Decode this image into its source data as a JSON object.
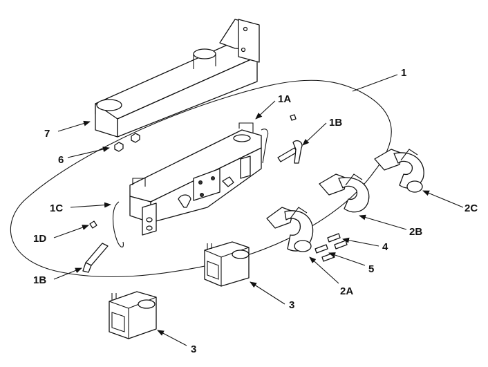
{
  "labels": {
    "l1": "1",
    "l1a": "1A",
    "l1b_top": "1B",
    "l1b_bottom": "1B",
    "l1c": "1C",
    "l1d": "1D",
    "l2a": "2A",
    "l2b": "2B",
    "l2c": "2C",
    "l3_upper": "3",
    "l3_lower": "3",
    "l4": "4",
    "l5": "5",
    "l6": "6",
    "l7": "7"
  }
}
